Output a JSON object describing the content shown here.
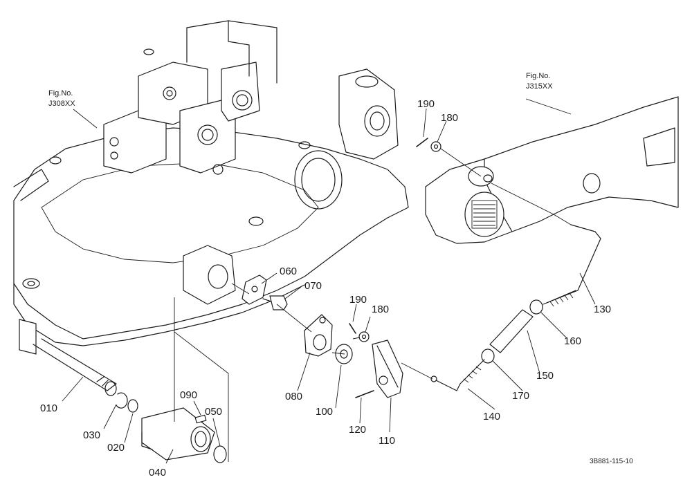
{
  "figure_refs": [
    {
      "line1": "Fig.No.",
      "line2": "J308XX"
    },
    {
      "line1": "Fig.No.",
      "line2": "J315XX"
    }
  ],
  "part_labels": [
    "010",
    "020",
    "030",
    "040",
    "050",
    "060",
    "070",
    "080",
    "090",
    "100",
    "110",
    "120",
    "130",
    "140",
    "150",
    "160",
    "170",
    "180",
    "180",
    "190",
    "190"
  ],
  "diagram_code": "3B881-115-10"
}
